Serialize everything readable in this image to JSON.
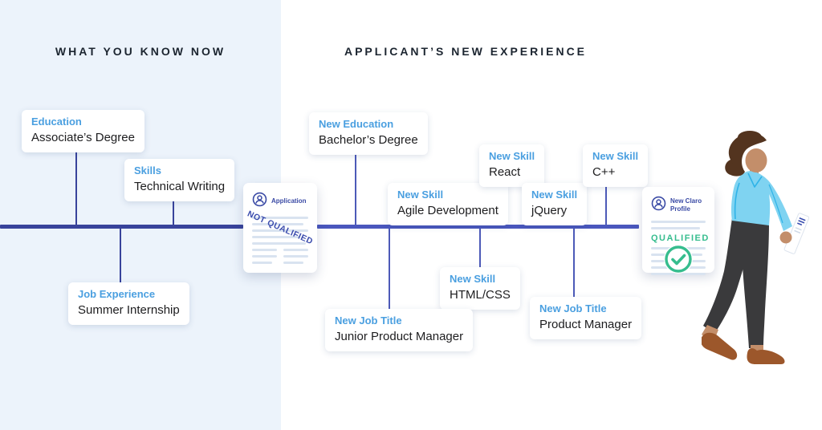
{
  "palette": {
    "left_panel_bg": "#ecf3fb",
    "timeline_left": "#38439b",
    "timeline_right": "#4a57bd",
    "card_label_blue": "#4a9fe0",
    "card_value_dark": "#1d1d1f",
    "doc_navy": "#3a4aa5",
    "stamp_green": "#36bd8e",
    "doc_line_blue": "#d9e3f0"
  },
  "headers": {
    "left": "WHAT YOU KNOW NOW",
    "right": "APPLICANT’S NEW EXPERIENCE"
  },
  "known_cards": {
    "education": {
      "label": "Education",
      "value": "Associate’s Degree"
    },
    "skills": {
      "label": "Skills",
      "value": "Technical Writing"
    },
    "job_experience": {
      "label": "Job Experience",
      "value": "Summer Internship"
    }
  },
  "new_cards": {
    "new_education": {
      "label": "New Education",
      "value": "Bachelor’s Degree"
    },
    "agile": {
      "label": "New Skill",
      "value": "Agile Development"
    },
    "react": {
      "label": "New Skill",
      "value": "React"
    },
    "jquery": {
      "label": "New Skill",
      "value": "jQuery"
    },
    "cpp": {
      "label": "New Skill",
      "value": "C++"
    },
    "html_css": {
      "label": "New Skill",
      "value": "HTML/CSS"
    },
    "junior_pm": {
      "label": "New Job Title",
      "value": "Junior Product Manager"
    },
    "pm": {
      "label": "New Job Title",
      "value": "Product Manager"
    }
  },
  "application_doc": {
    "title": "Application",
    "stamp": "NOT QUALIFIED",
    "icon": "person-circle-icon"
  },
  "profile_doc": {
    "title": "New Claro Profile",
    "stamp": "QUALIFIED",
    "icon": "person-circle-icon",
    "check": "check-circle-icon"
  },
  "illustration": {
    "name": "walking-woman-holding-resume"
  }
}
